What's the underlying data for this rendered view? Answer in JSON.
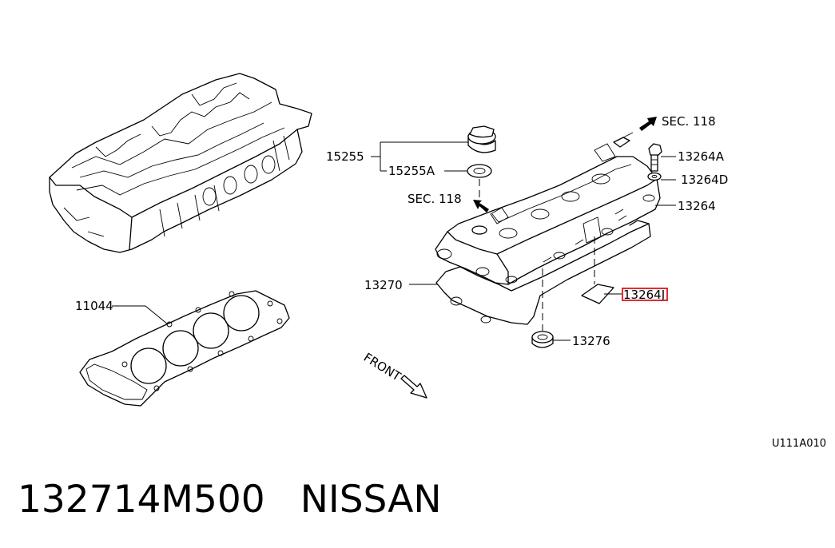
{
  "labels": {
    "sec_118_top": "SEC. 118",
    "sec_118_left": "SEC. 118",
    "p15255": "15255",
    "p15255A": "15255A",
    "p13264A": "13264A",
    "p13264D": "13264D",
    "p13264": "13264",
    "p13270": "13270",
    "p13264J": "13264J",
    "p13276": "13276",
    "p11044": "11044",
    "front": "FRONT",
    "figure_code": "U111A010"
  },
  "footer": {
    "part_number": "132714M500",
    "brand": "NISSAN"
  },
  "colors": {
    "highlight": "#e0131b",
    "line": "#000000",
    "background": "#ffffff"
  }
}
